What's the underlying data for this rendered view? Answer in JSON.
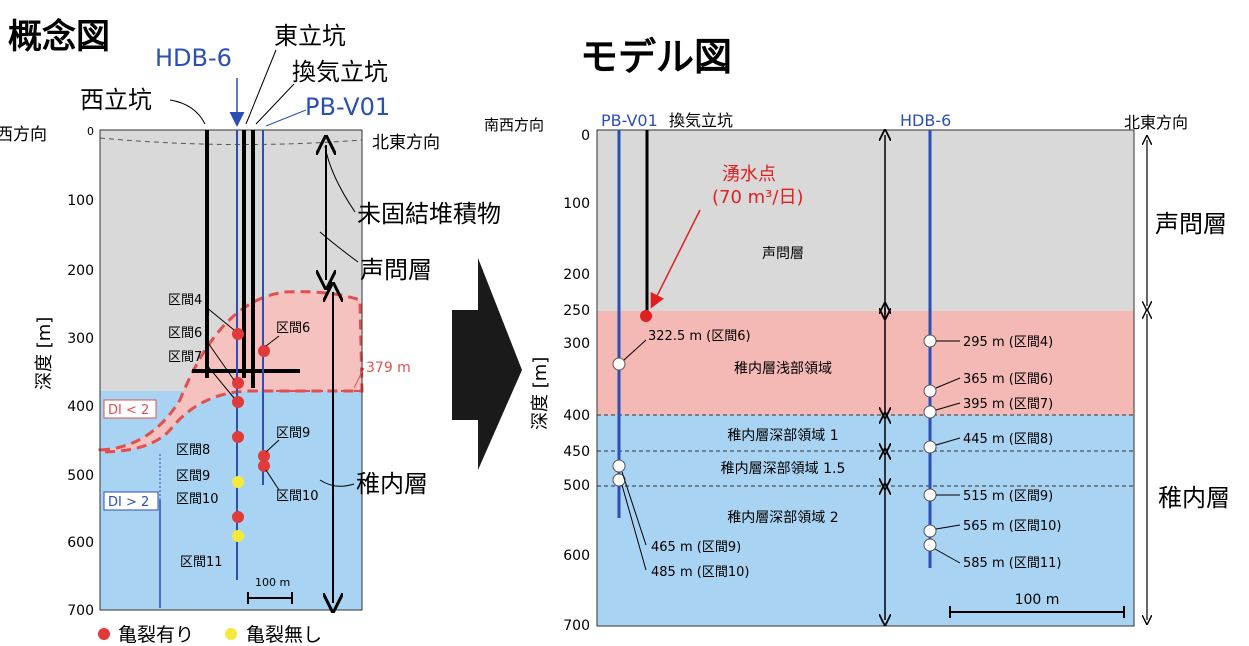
{
  "left": {
    "title": "概念図",
    "ylabel": "深度 [m]",
    "y_ticks": [
      "0",
      "100",
      "200",
      "300",
      "400",
      "500",
      "600",
      "700"
    ],
    "dir_left": "西方向",
    "dir_right": "北東方向",
    "labels": {
      "hdb6": "HDB-6",
      "higashi": "東立坑",
      "kanki": "換気立坑",
      "pbv01": "PB-V01",
      "nishi": "西立坑",
      "unconsolidated": "未固結堆積物",
      "koetoi": "声問層",
      "wakkanai": "稚内層",
      "depth379": "379 m",
      "di_low": "DI < 2",
      "di_high": "DI > 2",
      "scale": "100 m"
    },
    "intervals": {
      "k4": "区間4",
      "k6a": "区間6",
      "k7": "区間7",
      "k8": "区間8",
      "k9a": "区間9",
      "k10a": "区間10",
      "k11": "区間11",
      "k6b": "区間6",
      "k9b": "区間9",
      "k10b": "区間10"
    },
    "legend": {
      "fracture_yes": "亀裂有り",
      "fracture_no": "亀裂無し",
      "red": "#e03a3a",
      "yellow": "#f3ea3a"
    }
  },
  "right": {
    "title": "モデル図",
    "ylabel": "深度 [m]",
    "y_ticks": [
      "0",
      "100",
      "200",
      "250",
      "300",
      "400",
      "450",
      "500",
      "600",
      "700"
    ],
    "dir_left": "南西方向",
    "dir_right": "北東方向",
    "pbv01": "PB-V01",
    "kanki": "換気立坑",
    "hdb6": "HDB-6",
    "spring_line1": "湧水点",
    "spring_line2": "(70 m³/日)",
    "zones": {
      "koetoi": "声問層",
      "shallow": "稚内層浅部領域",
      "deep1": "稚内層深部領域 1",
      "deep15": "稚内層深部領域 1.5",
      "deep2": "稚内層深部領域 2"
    },
    "side_labels": {
      "koetoi": "声問層",
      "wakkanai": "稚内層"
    },
    "pb_points": {
      "p1": "322.5 m (区間6)",
      "p2": "465 m (区間9)",
      "p3": "485 m (区間10)"
    },
    "hdb_points": {
      "p1": "295 m (区間4)",
      "p2": "365 m (区間6)",
      "p3": "395 m (区間7)",
      "p4": "445 m (区間8)",
      "p5": "515 m (区間9)",
      "p6": "565 m (区間10)",
      "p7": "585 m (区間11)"
    },
    "scale": "100 m",
    "colors": {
      "gray": "#d9d9d9",
      "pink": "#f4b8b5",
      "blue": "#a9d3f2",
      "hole": "#2b4fb5",
      "red": "#e02020"
    }
  }
}
